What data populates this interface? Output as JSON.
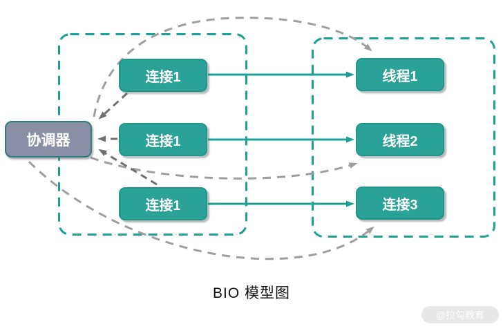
{
  "diagram": {
    "title": "BIO 模型图",
    "watermark": "@拉勾教育",
    "nodes": {
      "coordinator": {
        "label": "协调器"
      },
      "left_group": [
        {
          "label": "连接1"
        },
        {
          "label": "连接1"
        },
        {
          "label": "连接1"
        }
      ],
      "right_group": [
        {
          "label": "线程1"
        },
        {
          "label": "线程2"
        },
        {
          "label": "连接3"
        }
      ]
    },
    "edges": {
      "solid": [
        {
          "from": "连接1 (row 1)",
          "to": "线程1",
          "style": "solid teal arrow"
        },
        {
          "from": "连接1 (row 2)",
          "to": "线程2",
          "style": "solid teal arrow"
        },
        {
          "from": "连接1 (row 3)",
          "to": "连接3",
          "style": "solid teal arrow"
        }
      ],
      "dashed": [
        {
          "from": "连接1 (row 1)",
          "to": "协调器",
          "style": "dashed dark-gray arrow"
        },
        {
          "from": "连接1 (row 2)",
          "to": "协调器",
          "style": "dashed dark-gray arrow"
        },
        {
          "from": "连接1 (row 3)",
          "to": "协调器",
          "style": "dashed dark-gray arrow"
        },
        {
          "from": "协调器",
          "to": "线程1",
          "style": "dashed light-gray curve over top"
        },
        {
          "from": "协调器",
          "to": "线程2",
          "style": "dashed light-gray curve"
        },
        {
          "from": "协调器",
          "to": "连接3",
          "style": "dashed light-gray curve under bottom"
        }
      ]
    },
    "colors": {
      "teal_fill": "#2aa298",
      "teal_border": "#22958a",
      "teal_line": "#1ba092",
      "coordinator_fill": "#8b8ea7",
      "coordinator_border": "#2f7e76",
      "dash_dark": "#6f6f6f",
      "dash_light": "#9e9e9e",
      "title_text": "#111111",
      "watermark_bg": "#e8e8e8",
      "watermark_text": "#fcfcfc"
    }
  }
}
